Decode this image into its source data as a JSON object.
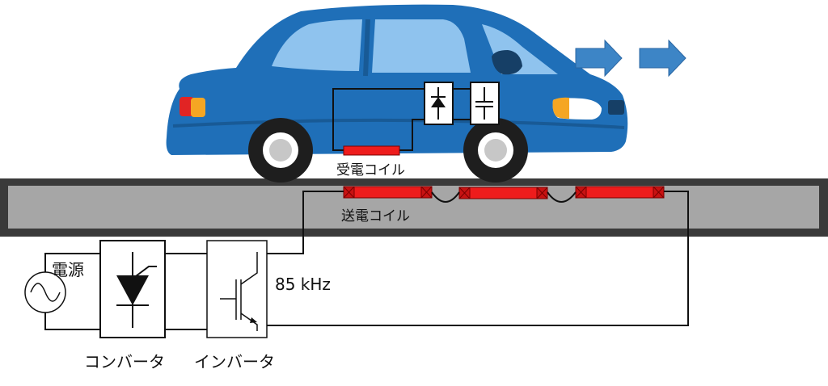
{
  "labels": {
    "receiver_coil": "受電コイル",
    "transmitter_coil": "送電コイル",
    "power_source": "電源",
    "frequency": "85 kHz",
    "converter": "コンバータ",
    "inverter": "インバータ"
  },
  "colors": {
    "car_body": "#1f6fb8",
    "car_window": "#8fc3ee",
    "coil": "#ee1c1c",
    "road_surface": "#a6a6a6",
    "road_edge": "#3a3a3a",
    "arrow": "#3d85c6"
  }
}
